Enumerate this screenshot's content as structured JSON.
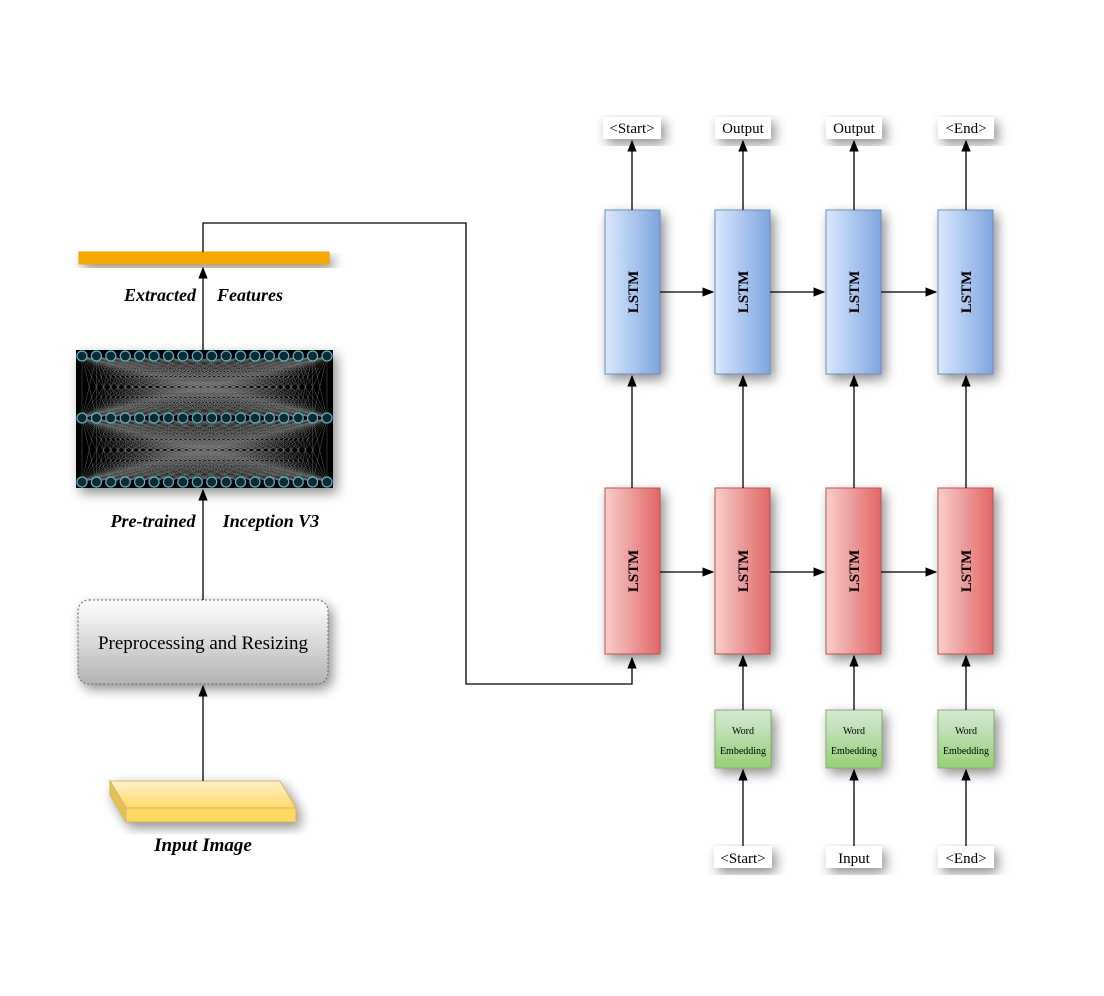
{
  "encoder": {
    "input_label": "Input Image",
    "preprocess_label": "Preprocessing and Resizing",
    "cnn_label_left": "Pre-trained",
    "cnn_label_right": "Inception V3",
    "features_label_left": "Extracted",
    "features_label_right": "Features"
  },
  "decoder": {
    "top_lstm_label": "LSTM",
    "bottom_lstm_label": "LSTM",
    "embedding_line1": "Word",
    "embedding_line2": "Embedding",
    "outputs": [
      "<Start>",
      "Output",
      "Output",
      "<End>"
    ],
    "inputs": [
      "<Start>",
      "Input",
      "<End>"
    ]
  },
  "colors": {
    "feature_bar": "#f5a800",
    "top_lstm": "#7ea6e0",
    "bottom_lstm": "#e06666",
    "embedding": "#97d077",
    "input_image": "#ffd966"
  }
}
